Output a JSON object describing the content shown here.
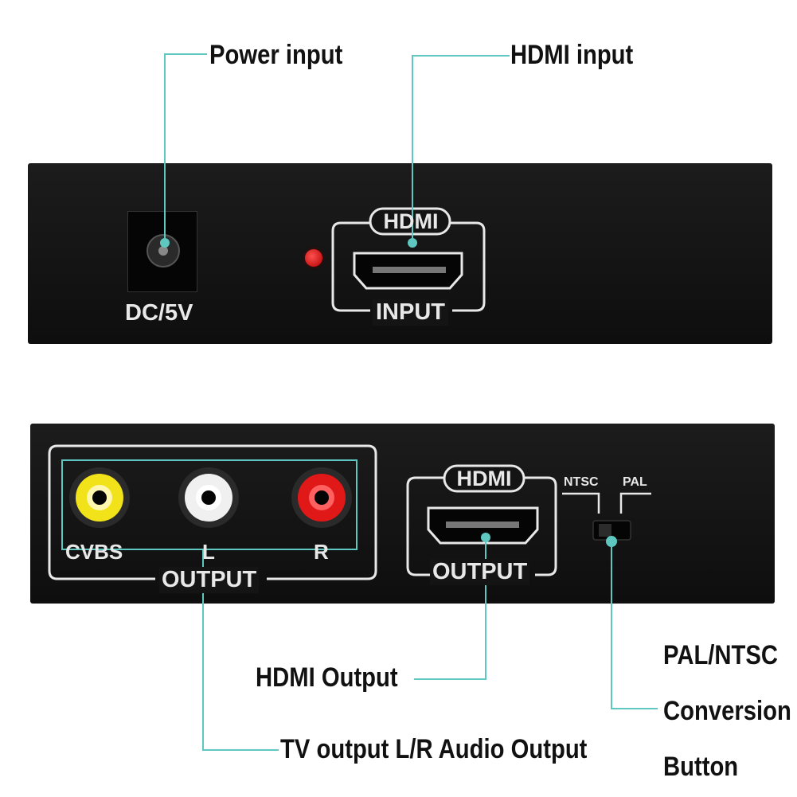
{
  "callouts": {
    "power_input": "Power input",
    "hdmi_input": "HDMI input",
    "hdmi_output": "HDMI Output",
    "tv_output": "TV output L/R Audio Output",
    "pal_ntsc_line1": "PAL/NTSC",
    "pal_ntsc_line2": "Conversion",
    "pal_ntsc_line3": "Button"
  },
  "top_panel": {
    "dc_label": "DC/5V",
    "hdmi_badge": "HDMI",
    "input_label": "INPUT"
  },
  "bottom_panel": {
    "cvbs_label": "CVBS",
    "l_label": "L",
    "r_label": "R",
    "av_output_label": "OUTPUT",
    "hdmi_badge": "HDMI",
    "hdmi_output_label": "OUTPUT",
    "ntsc_label": "NTSC",
    "pal_label": "PAL"
  },
  "colors": {
    "panel": "#141414",
    "leader_line": "#5ec8c0",
    "led": "#d01010",
    "cvbs_jack": "#f2e21a",
    "l_jack": "#f0f0f0",
    "r_jack": "#e01818"
  }
}
